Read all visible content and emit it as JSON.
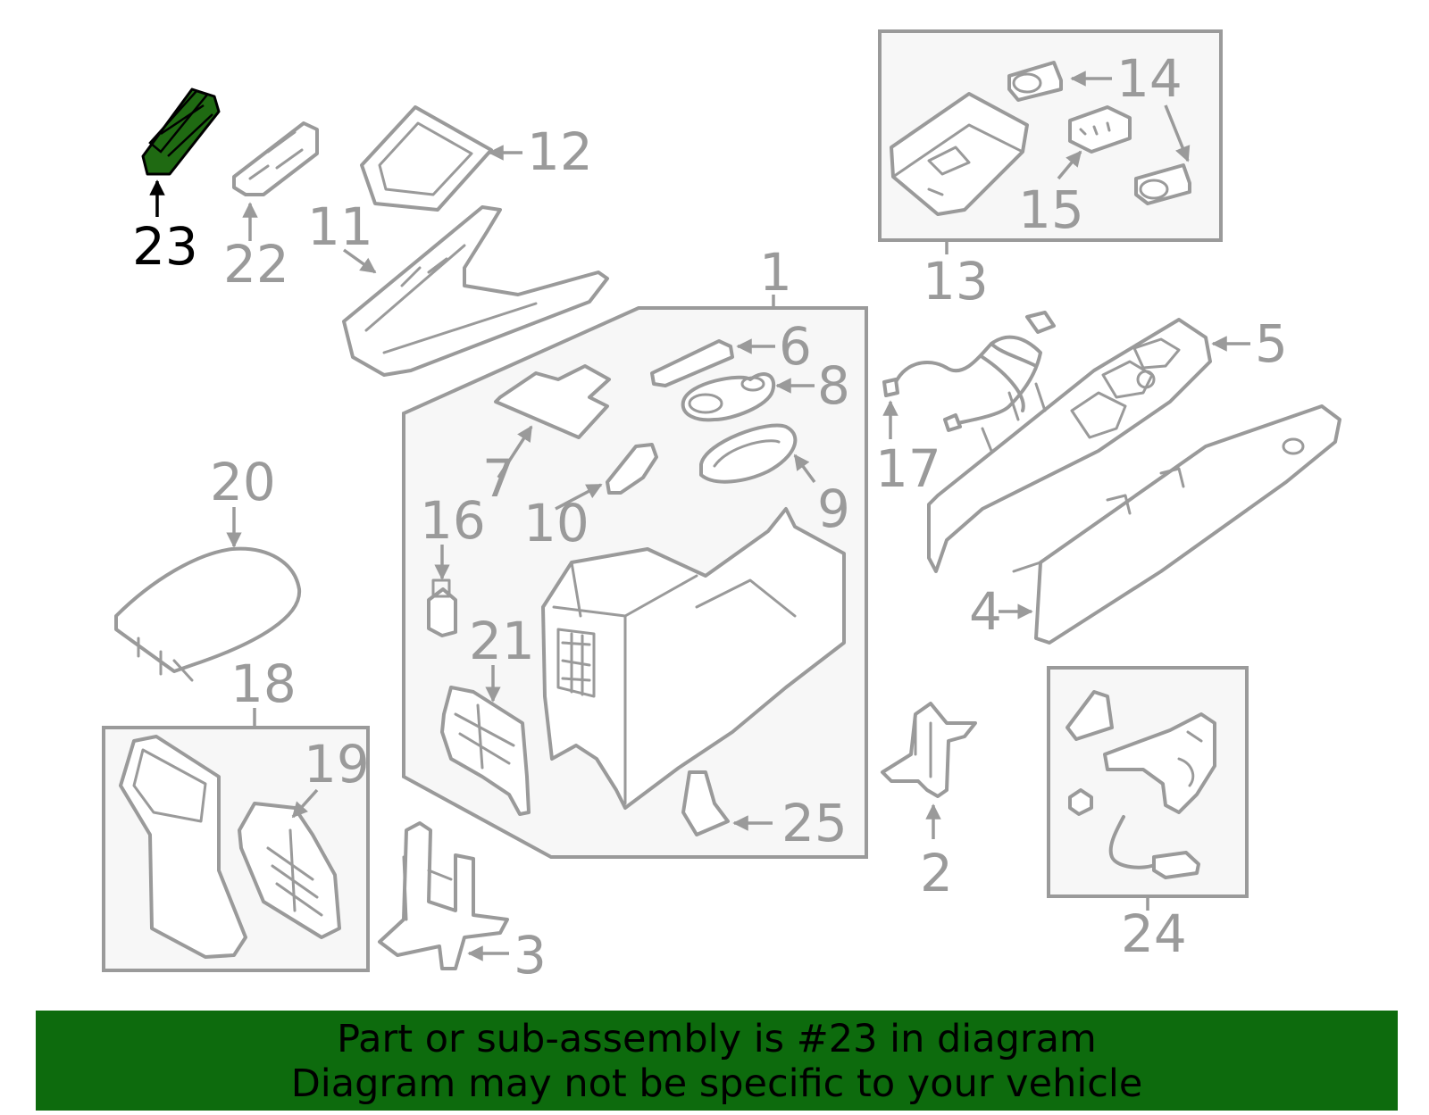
{
  "diagram": {
    "highlight_color": "#1f6a12",
    "labels": {
      "l1": "1",
      "l2": "2",
      "l3": "3",
      "l4": "4",
      "l5": "5",
      "l6": "6",
      "l7": "7",
      "l8": "8",
      "l9": "9",
      "l10": "10",
      "l11": "11",
      "l12": "12",
      "l13": "13",
      "l14": "14",
      "l15": "15",
      "l16": "16",
      "l17": "17",
      "l18": "18",
      "l19": "19",
      "l20": "20",
      "l21": "21",
      "l22": "22",
      "l23": "23",
      "l24": "24",
      "l25": "25"
    }
  },
  "banner": {
    "line1": "Part or sub-assembly is #23 in diagram",
    "line2": "Diagram may not be specific to your vehicle",
    "bg_color": "#0d6b0d"
  }
}
